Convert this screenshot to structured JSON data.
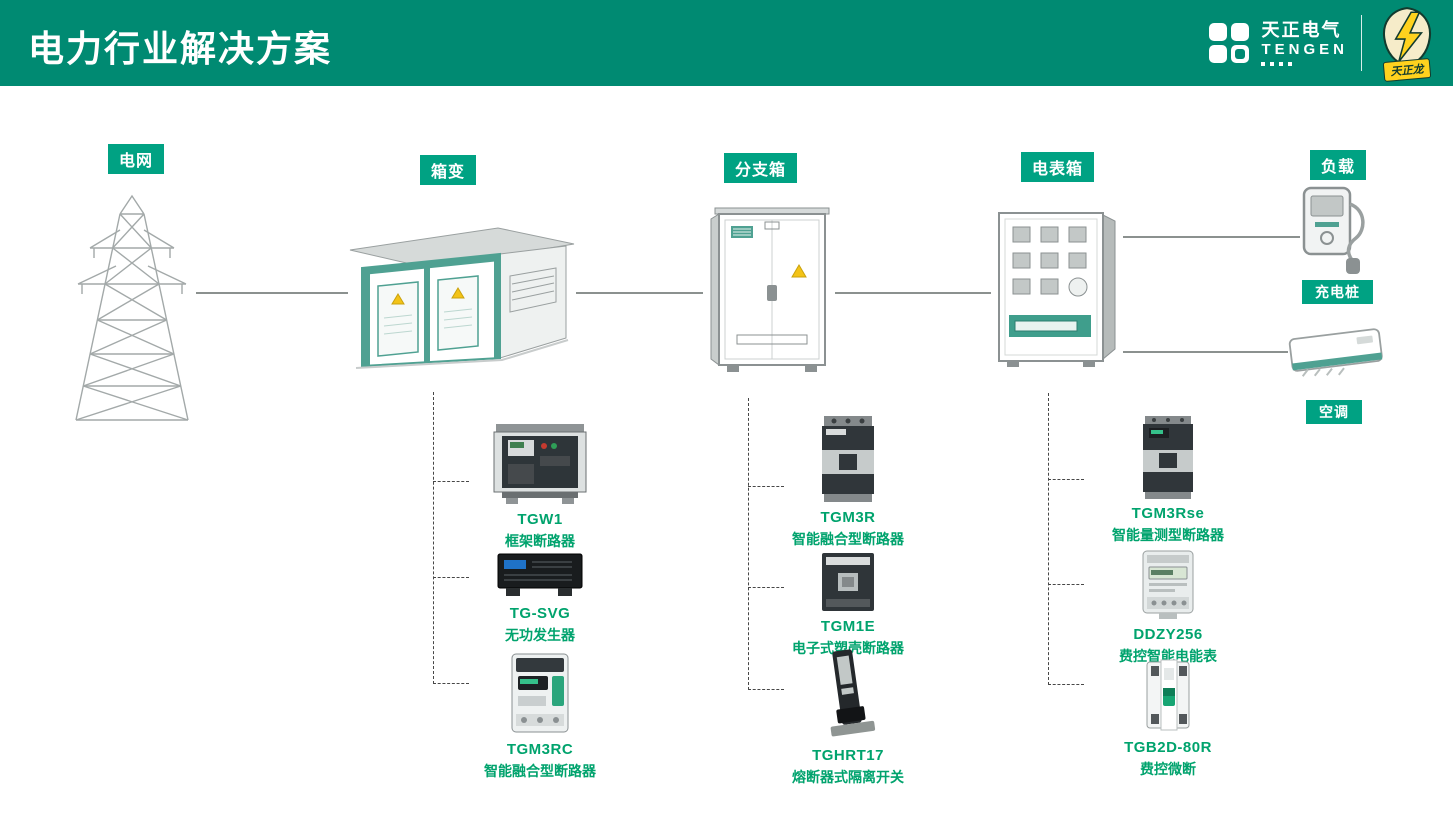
{
  "header": {
    "title": "电力行业解决方案",
    "brand": {
      "name": "天正电气",
      "en": "TENGEN"
    },
    "mascot": "天正龙"
  },
  "colors": {
    "header_bg": "#008A72",
    "badge_green": "#00A283",
    "teal_accent": "#4FA192",
    "product_text_green": "#00A36D",
    "warning_yellow": "#F3C317"
  },
  "nodes": {
    "grid": "电网",
    "transformer": "箱变",
    "branch_box": "分支箱",
    "meter_box": "电表箱",
    "load": "负载",
    "charging_pile": "充电桩",
    "air_conditioner": "空调"
  },
  "groups": [
    {
      "parent": "箱变",
      "products": [
        {
          "model": "TGW1",
          "desc": "框架断路器"
        },
        {
          "model": "TG-SVG",
          "desc": "无功发生器"
        },
        {
          "model": "TGM3RC",
          "desc": "智能融合型断路器"
        }
      ]
    },
    {
      "parent": "分支箱",
      "products": [
        {
          "model": "TGM3R",
          "desc": "智能融合型断路器"
        },
        {
          "model": "TGM1E",
          "desc": "电子式塑壳断路器"
        },
        {
          "model": "TGHRT17",
          "desc": "熔断器式隔离开关"
        }
      ]
    },
    {
      "parent": "电表箱",
      "products": [
        {
          "model": "TGM3Rse",
          "desc": "智能量测型断路器"
        },
        {
          "model": "DDZY256",
          "desc": "费控智能电能表"
        },
        {
          "model": "TGB2D-80R",
          "desc": "费控微断"
        }
      ]
    }
  ]
}
